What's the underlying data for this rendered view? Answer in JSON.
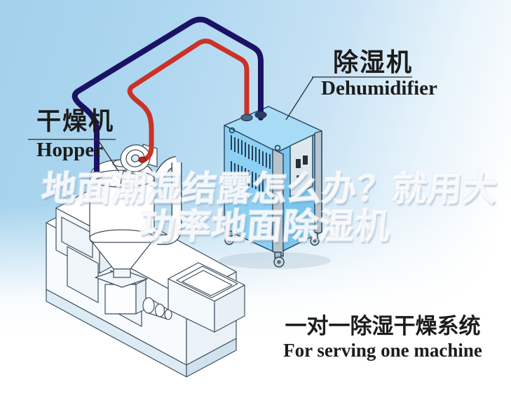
{
  "diagram": {
    "machine_labels": {
      "dehumidifier": {
        "zh": "除湿机",
        "en": "Dehumidifier"
      },
      "hopper_dryer": {
        "zh": "干燥机",
        "en": "Hopper"
      }
    },
    "caption": {
      "zh": "一对一除湿干燥系统",
      "en": "For serving one machine"
    },
    "watermark": {
      "line1": "地面潮湿结露怎么办？就用大",
      "line2": "功率地面除湿机"
    },
    "components": {
      "dehumidifier_unit": "dehumidifier cabinet with vents, control panel and casters",
      "hopper_dryer": "hopper dryer with blower mounted on extruder",
      "extruder": "injection/extruder machine line art",
      "supply_pipe": "red hose from dehumidifier to hopper blower",
      "return_pipe": "navy hose from hopper lid to dehumidifier"
    }
  },
  "colors": {
    "pipe_supply_red": "#cb3227",
    "pipe_return_navy": "#1b1265",
    "dehumidifier_body_blue": "#8dd0f3",
    "dehumidifier_top_blue": "#a7dbf6",
    "dehumidifier_side_blue": "#79c6ef",
    "background_sky": "#a5d1ec",
    "label_text": "#1c1c1c",
    "watermark_shadow_blue": "#7b92b4"
  }
}
